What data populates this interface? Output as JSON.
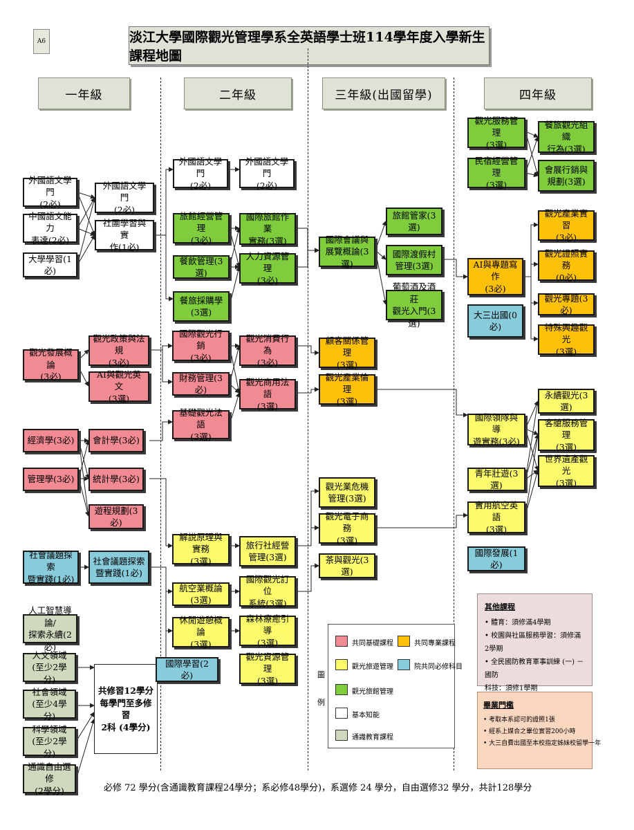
{
  "tag": "A6",
  "title": "淡江大學國際觀光管理學系全英語學士班114學年度入學新生課程地圖",
  "years": [
    "一年級",
    "二年級",
    "三年級(出國留學)",
    "四年級"
  ],
  "courses": {
    "y1_foreign_lit": "外國語文學門\n(2必)",
    "y1_chinese": "中國語文能力\n表達(2必)",
    "y1_univ_learning": "大學學習(1必)",
    "y1_foreign_lit2": "外國語文學門\n(2必)",
    "y1_club": "社團學習與實\n作(1必)",
    "y1_tourism_dev": "觀光發展概論\n(3必)",
    "y1_policy_law": "觀光政策與法規\n(3必)",
    "y1_ai_english": "AI與觀光英文\n(3選)",
    "y1_economics": "經濟學(3必)",
    "y1_management": "管理學(3必)",
    "y1_accounting": "會計學(3必)",
    "y1_statistics": "統計學(3必)",
    "y1_tour_planning": "遊程規劃(3必)",
    "y1_social_a": "社會議題探索\n暨實踐(1必)",
    "y1_social_b": "社會議題探索\n暨實踐(1必)",
    "y1_ai_sustain": "人工智慧導論/\n探索永續(2必)",
    "y1_humanities": "人文領域\n(至少2學分)",
    "y1_social_field": "社會領域\n(至少4學分)",
    "y1_science": "科學領域\n(至少2學分)",
    "y1_general_free": "通識自由選修\n(2學分)",
    "y1_general_note": "共修習12學分\n每學門至多修習\n2科 (4學分)",
    "y2_foreign_a": "外國語文學門\n(2必)",
    "y2_foreign_b": "外國語文學門\n(2必)",
    "y2_hotel_mgmt": "旅館經營管理\n(3必)",
    "y2_food_mgmt": "餐飲管理(3選)",
    "y2_purchasing": "餐旅採購學\n(3選)",
    "y2_hotel_practice": "國際旅館作業\n實務(3選)",
    "y2_hr": "人力資源管理\n(3必)",
    "y2_intl_marketing": "國際觀光行銷\n(3必)",
    "y2_finance": "財務管理(3必)",
    "y2_basic_law": "基礎觀光法語\n(3選)",
    "y2_consumer": "觀光消費行為\n(3必)",
    "y2_commercial_law": "觀光商用法語\n(3選)",
    "y2_interpretation": "解說原理與實務\n(3選)",
    "y2_aviation": "航空業概論(3選)",
    "y2_leisure": "休閒遊憩概論\n(3選)",
    "y2_intl_learning": "國際學習(2必)",
    "y2_travel_agency": "旅行社經營\n管理(3選)",
    "y2_booking": "國際觀光訂位\n系統(3選)",
    "y2_forest": "森林療癒引導\n(3選)",
    "y2_resource_mgmt": "觀光資源管理\n(3選)",
    "y3_mice": "國際會議與\n展覽概論(3選)",
    "y3_housekeeping": "旅館管家(3選)",
    "y3_resort": "國際渡假村\n管理(3選)",
    "y3_winery": "葡萄酒及酒莊\n觀光入門(3選)",
    "y3_crm": "顧客關係管理\n(3選)",
    "y3_ethics": "觀光產業倫理\n(3選)",
    "y3_crisis": "觀光業危機\n管理(3選)",
    "y3_ecommerce": "觀光電子商務\n(3選)",
    "y3_tea": "茶與觀光(3選)",
    "y4_service_mgmt": "觀光服務管理\n(3選)",
    "y4_org_behavior": "餐旅觀光組織\n行為(3選)",
    "y4_bnb": "民宿經營管理\n(3選)",
    "y4_event": "會展行銷與\n規劃(3選)",
    "y4_ai_thesis": "AI與專題寫作\n(3必)",
    "y4_abroad": "大三出國(0必)",
    "y4_internship": "觀光產業實習\n(3必)",
    "y4_license": "觀光證照實務\n(0必)",
    "y4_special": "觀光專題(3必)",
    "y4_special_interest": "特殊興趣觀光\n(3選)",
    "y4_tour_leader": "國際領隊與導\n遊實務(3必)",
    "y4_youth_hostel": "青年壯遊(3選)",
    "y4_aviation_english": "實用航空英語\n(3選)",
    "y4_sustainable": "永續觀光(3選)",
    "y4_customer_service": "客艙服務管理\n(3選)",
    "y4_heritage": "世界遺產觀光\n(3選)",
    "y4_intl_dev": "國際發展(1必)"
  },
  "legend": {
    "side_label_1": "圖",
    "side_label_2": "例",
    "items": [
      "共同基礎課程",
      "共同專業課程",
      "觀光旅遊管理",
      "院共同必修科目",
      "觀光旅館管理",
      "基本知能",
      "通識教育課程"
    ]
  },
  "notes": {
    "other_title": "其他課程",
    "other_items": [
      "• 體育：須修滿4學期",
      "• 校園與社區服務學習：須修滿2學期",
      "• 全民國防教育軍事訓練 (一) －國防",
      "科技：須修1學期"
    ],
    "grad_title": "畢業門檻",
    "grad_items": [
      "• 考取本系認可的證照1張",
      "• 經系上媒合之畢位實習200小時",
      "• 大三自費出國至本校指定姊妹校留學一年"
    ]
  },
  "footer": "必修 72 學分(含通識教育課程24學分；系必修48學分)，系選修 24 學分，自由選修32 學分，共計128學分",
  "colors": {
    "foundation": "#f28a94",
    "professional": "#ffc107",
    "travel": "#fbfb6b",
    "hotel": "#7fcc3d",
    "college": "#88cbdb",
    "basic": "#ffffff",
    "general": "#cfd9bd",
    "header_bg": "#dfe3d5"
  }
}
